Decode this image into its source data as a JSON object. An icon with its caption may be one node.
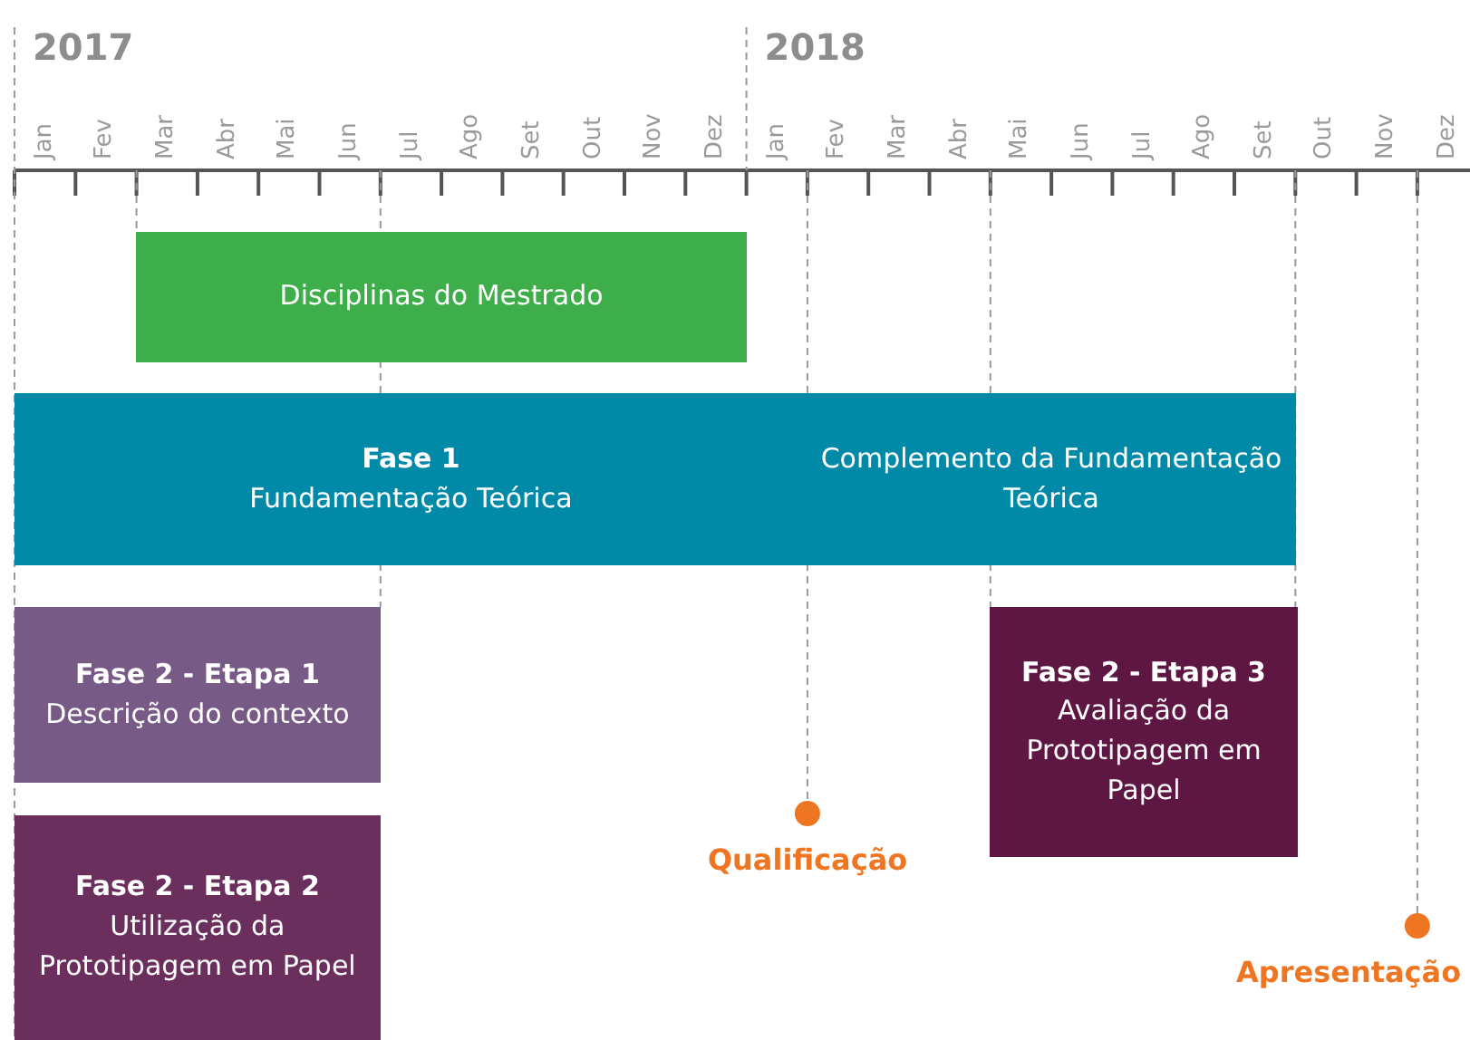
{
  "diagram": {
    "nodes": [
      {
        "text": [
          "Disciplinas do Mestrado"
        ]
      },
      {
        "text": [
          "Fase 1",
          "Fundamentação Teórica"
        ]
      },
      {
        "text": [
          "Complemento da Fundamentação Teórica"
        ]
      },
      {
        "text": [
          "Fase 2 - Etapa 1",
          "Descrição do contexto"
        ]
      },
      {
        "text": [
          "Fase 2 - Etapa 2",
          "Utilização da Prototipagem em Papel"
        ]
      },
      {
        "text": [
          "Fase 2 - Etapa 3",
          "Avaliação da Prototipagem em Papel"
        ]
      },
      {
        "text": [
          "Qualificação"
        ]
      },
      {
        "text": [
          "Apresentação"
        ]
      }
    ],
    "edges": [],
    "labels": [
      "2017",
      "Jan",
      "Fev",
      "Mar",
      "Abr",
      "Mai",
      "Jun",
      "Jul",
      "Ago",
      "Set",
      "Out",
      "Nov",
      "Dez",
      "2018",
      "Jan",
      "Fev",
      "Mar",
      "Abr",
      "Mai",
      "Jun",
      "Jul",
      "Ago",
      "Set",
      "Out",
      "Nov",
      "Dez"
    ]
  }
}
